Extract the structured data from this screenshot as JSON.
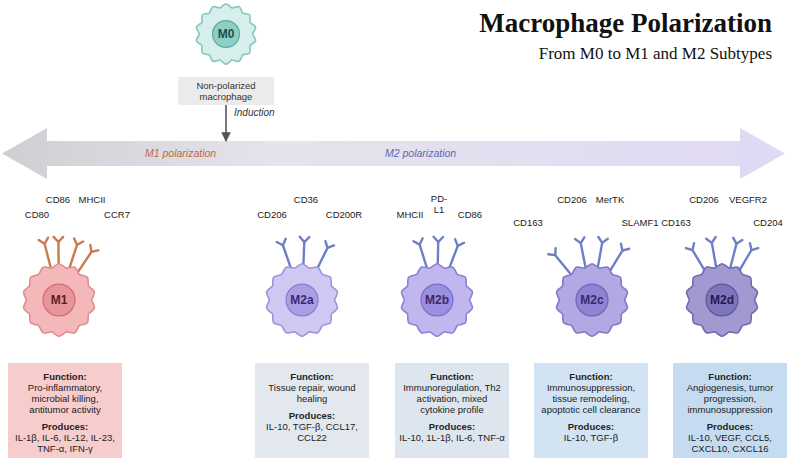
{
  "diagram": {
    "title": "Macrophage Polarization",
    "nodes": [
      {
        "text": [
          "M0"
        ]
      },
      {
        "text": [
          "Non-polarized macrophage"
        ]
      },
      {
        "text": [
          "M1 polarization",
          "M2 polarization"
        ]
      },
      {
        "text": [
          "M1"
        ]
      },
      {
        "text": [
          "M2a"
        ]
      },
      {
        "text": [
          "M2b"
        ]
      },
      {
        "text": [
          "M2c"
        ]
      },
      {
        "text": [
          "M2d"
        ]
      },
      {
        "text": [
          "Function:",
          "Pro-inflammatory, microbial killing, antitumor activity",
          "Produces:",
          "IL-1β, IL-6, IL-12, IL-23, TNF-α, IFN-γ"
        ]
      },
      {
        "text": [
          "Function:",
          "Tissue repair, wound healing",
          "Produces:",
          "IL-10, TGF-β, CCL17, CCL22"
        ]
      },
      {
        "text": [
          "Function:",
          "Immunoregulation, Th2 activation, mixed cytokine profile",
          "Produces:",
          "IL-10, 1L-1β, IL-6, TNF-α"
        ]
      },
      {
        "text": [
          "Function:",
          "Immunosuppression, tissue remodeling, apoptotic cell clearance",
          "Produces:",
          "IL-10, TGF-β"
        ]
      },
      {
        "text": [
          "Function:",
          "Angiogenesis, tumor progression, immunosuppression",
          "Produces:",
          "IL-10, VEGF, CCL5, CXCL10, CXCL16"
        ]
      }
    ],
    "edges": [
      {
        "from": 1,
        "to": 2,
        "label": "Induction",
        "arrow": "to"
      }
    ],
    "labels": [
      "From M0 to M1 and M2 Subtypes",
      "CD80",
      "CD86",
      "MHCII",
      "CCR7",
      "CD206",
      "CD36",
      "CD200R",
      "MHCII",
      "PD-L1",
      "CD86",
      "CD163",
      "CD206",
      "MerTK",
      "SLAMF1",
      "CD163",
      "CD206",
      "VEGFR2",
      "CD204"
    ]
  }
}
